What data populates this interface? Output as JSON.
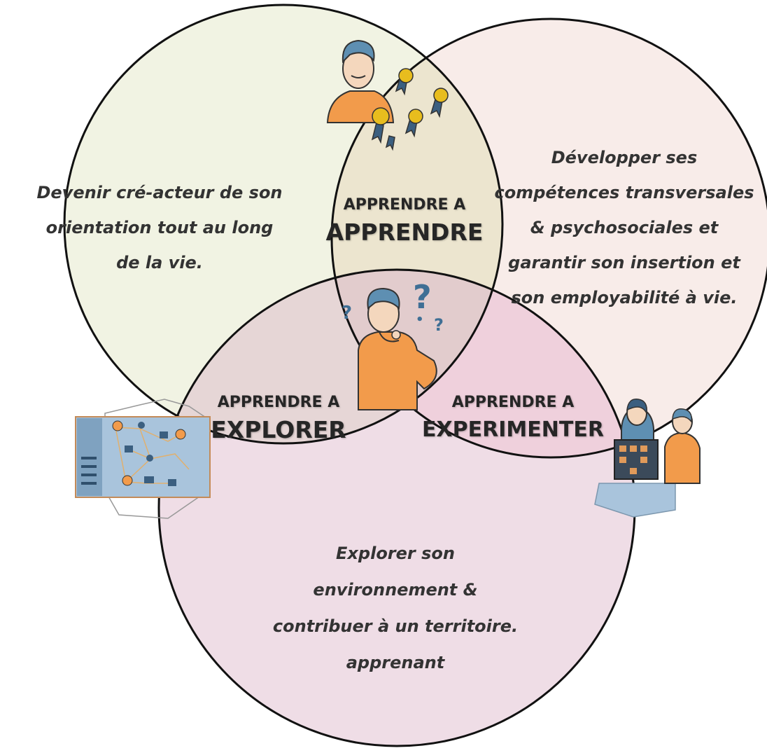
{
  "diagram": {
    "colors": {
      "circle_top_left": "#f1f3e3",
      "circle_top_right": "#f8ece9",
      "circle_bottom": "#efdde6",
      "overlap_top": "#ece5cf",
      "overlap_left": "#e6d6d6",
      "overlap_right": "#efd0dc",
      "overlap_center": "#e2cccd",
      "outline": "#111111",
      "figure_orange": "#f29b4b",
      "figure_blue": "#5e8fb2",
      "medal_gold": "#e8bd1e",
      "map_blue": "#a9c4dc"
    },
    "sets": {
      "top_left": {
        "description_lines": [
          "Devenir cré-acteur de son",
          "orientation tout au long",
          "de la vie."
        ]
      },
      "top_right": {
        "description_lines": [
          "Développer ses",
          "compétences transversales",
          "& psychosociales et",
          "garantir  son insertion et",
          "son employabilité à vie."
        ]
      },
      "bottom": {
        "description_lines": [
          "Explorer son",
          "environnement &",
          "contribuer à un territoire.",
          "apprenant"
        ]
      }
    },
    "intersections": {
      "top": {
        "line1": "APPRENDRE A",
        "line2": "APPRENDRE"
      },
      "left": {
        "line1": "APPRENDRE A",
        "line2": "EXPLORER"
      },
      "right": {
        "line1": "APPRENDRE A",
        "line2": "EXPERIMENTER"
      }
    },
    "illustrations": [
      "graduate-with-medals-icon",
      "thinking-person-icon",
      "territory-map-icon",
      "workshop-people-icon"
    ]
  }
}
